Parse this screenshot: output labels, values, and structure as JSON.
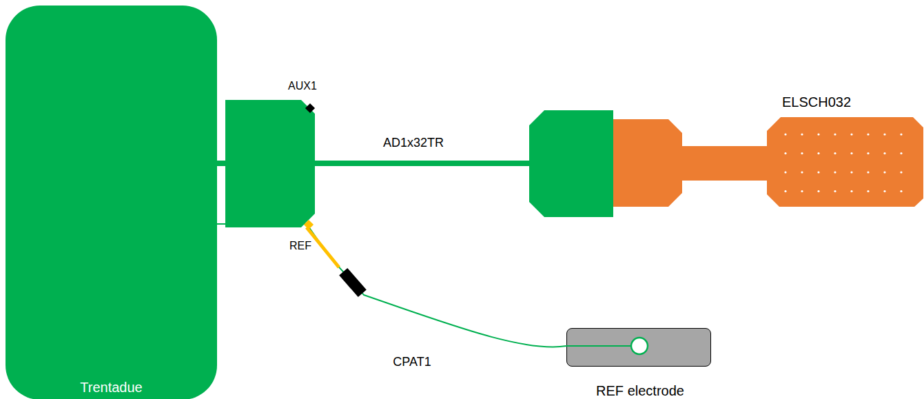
{
  "diagram": {
    "nodes": [
      {
        "text": [
          "Trentadue"
        ]
      },
      {
        "text": [
          "ELSCH032"
        ]
      },
      {
        "text": [
          "REF electrode"
        ]
      }
    ],
    "edges": [
      {
        "from": 0,
        "to": 1,
        "arrow": "none",
        "label": "AD1x32TR"
      },
      {
        "from": 0,
        "to": 2,
        "arrow": "none",
        "label": "CPAT1"
      }
    ],
    "labels": [
      "AUX1",
      "REF"
    ]
  }
}
